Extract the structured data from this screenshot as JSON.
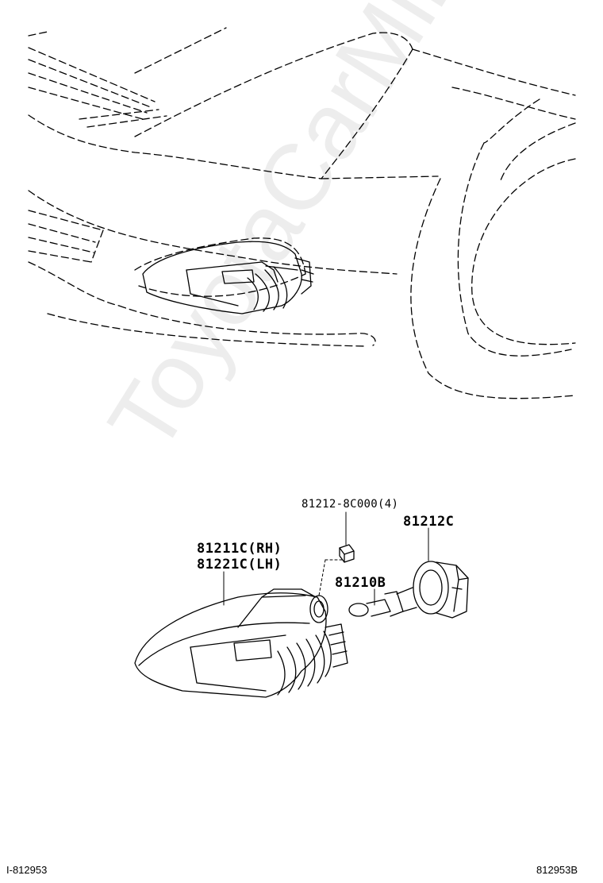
{
  "parts": {
    "bracket_clip": "81212-8C000(4)",
    "socket": "81212C",
    "lamp_rh": "81211C(RH)",
    "lamp_lh": "81221C(LH)",
    "bulb": "81210B"
  },
  "footer": {
    "illustration_id": "I-812953",
    "figure_code": "812953B"
  },
  "watermark": {
    "text": "ToyotaCarMine.ru"
  },
  "colors": {
    "line": "#000000",
    "background": "#ffffff"
  }
}
